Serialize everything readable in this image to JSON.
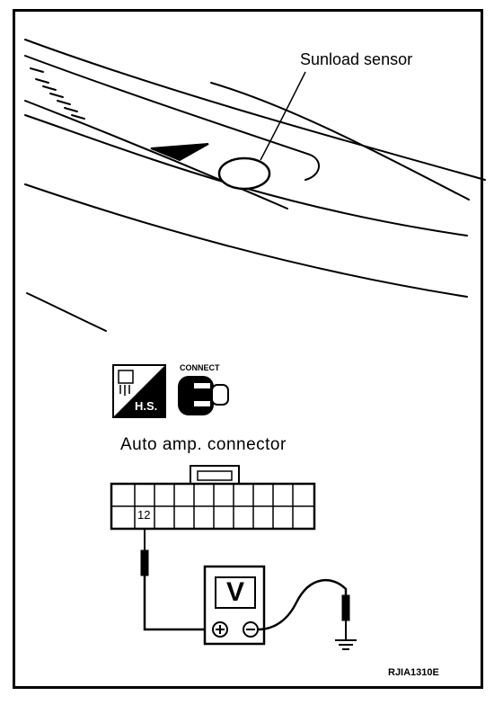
{
  "labels": {
    "sensor": "Sunload sensor",
    "connector": "Auto amp. connector",
    "pin": "12",
    "hs": "H.S.",
    "connect": "CONNECT",
    "meter": "V",
    "figure_id": "RJIA1310E"
  },
  "icons": {
    "harness_side": "harness-side-icon",
    "connect": "connector-plug-icon",
    "voltmeter": "voltmeter-icon",
    "ground": "ground-icon"
  }
}
